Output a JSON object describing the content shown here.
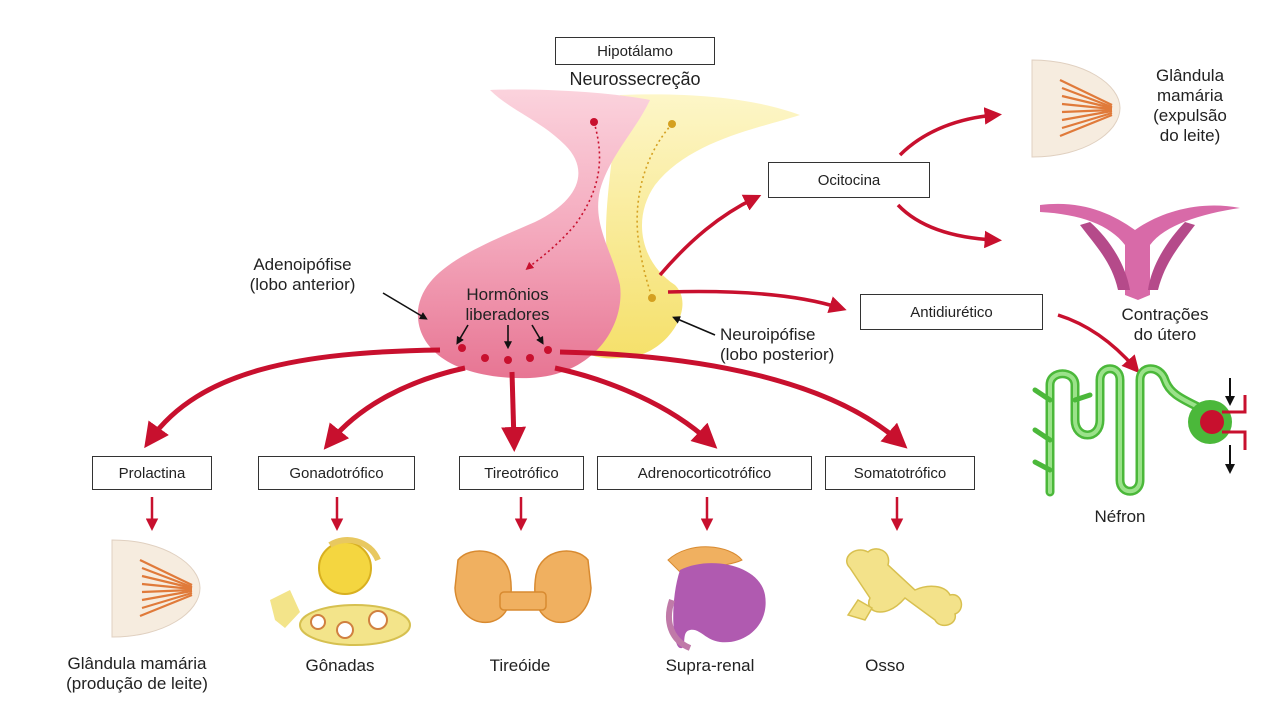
{
  "top": {
    "hypothalamus": "Hipotálamo",
    "neurosecretion": "Neurossecreção"
  },
  "pituitary": {
    "anterior_line1": "Adenoipófise",
    "anterior_line2": "(lobo anterior)",
    "releasing_line1": "Hormônios",
    "releasing_line2": "liberadores",
    "posterior_line1": "Neuroipófise",
    "posterior_line2": "(lobo posterior)"
  },
  "posterior_hormones": {
    "oxytocin": "Ocitocina",
    "antidiuretic": "Antidiurético"
  },
  "posterior_targets": {
    "mammary_line1": "Glândula",
    "mammary_line2": "mamária",
    "mammary_line3": "(expulsão",
    "mammary_line4": "do leite)",
    "uterus_line1": "Contrações",
    "uterus_line2": "do útero",
    "nephron": "Néfron"
  },
  "anterior_hormones": [
    {
      "label": "Prolactina"
    },
    {
      "label": "Gonadotrófico"
    },
    {
      "label": "Tireotrófico"
    },
    {
      "label": "Adrenocorticotrófico"
    },
    {
      "label": "Somatotrófico"
    }
  ],
  "anterior_targets": [
    {
      "line1": "Glândula mamária",
      "line2": "(produção de leite)"
    },
    {
      "line1": "Gônadas",
      "line2": ""
    },
    {
      "line1": "Tireóide",
      "line2": ""
    },
    {
      "line1": "Supra-renal",
      "line2": ""
    },
    {
      "line1": "Osso",
      "line2": ""
    }
  ],
  "colors": {
    "arrow": "#c8102e",
    "anterior_lobe": "#ee8fa6",
    "posterior_lobe": "#f7e98a",
    "nephron": "#5ccc4a",
    "gland_orange": "#f0a060",
    "purple": "#b05ab0"
  }
}
